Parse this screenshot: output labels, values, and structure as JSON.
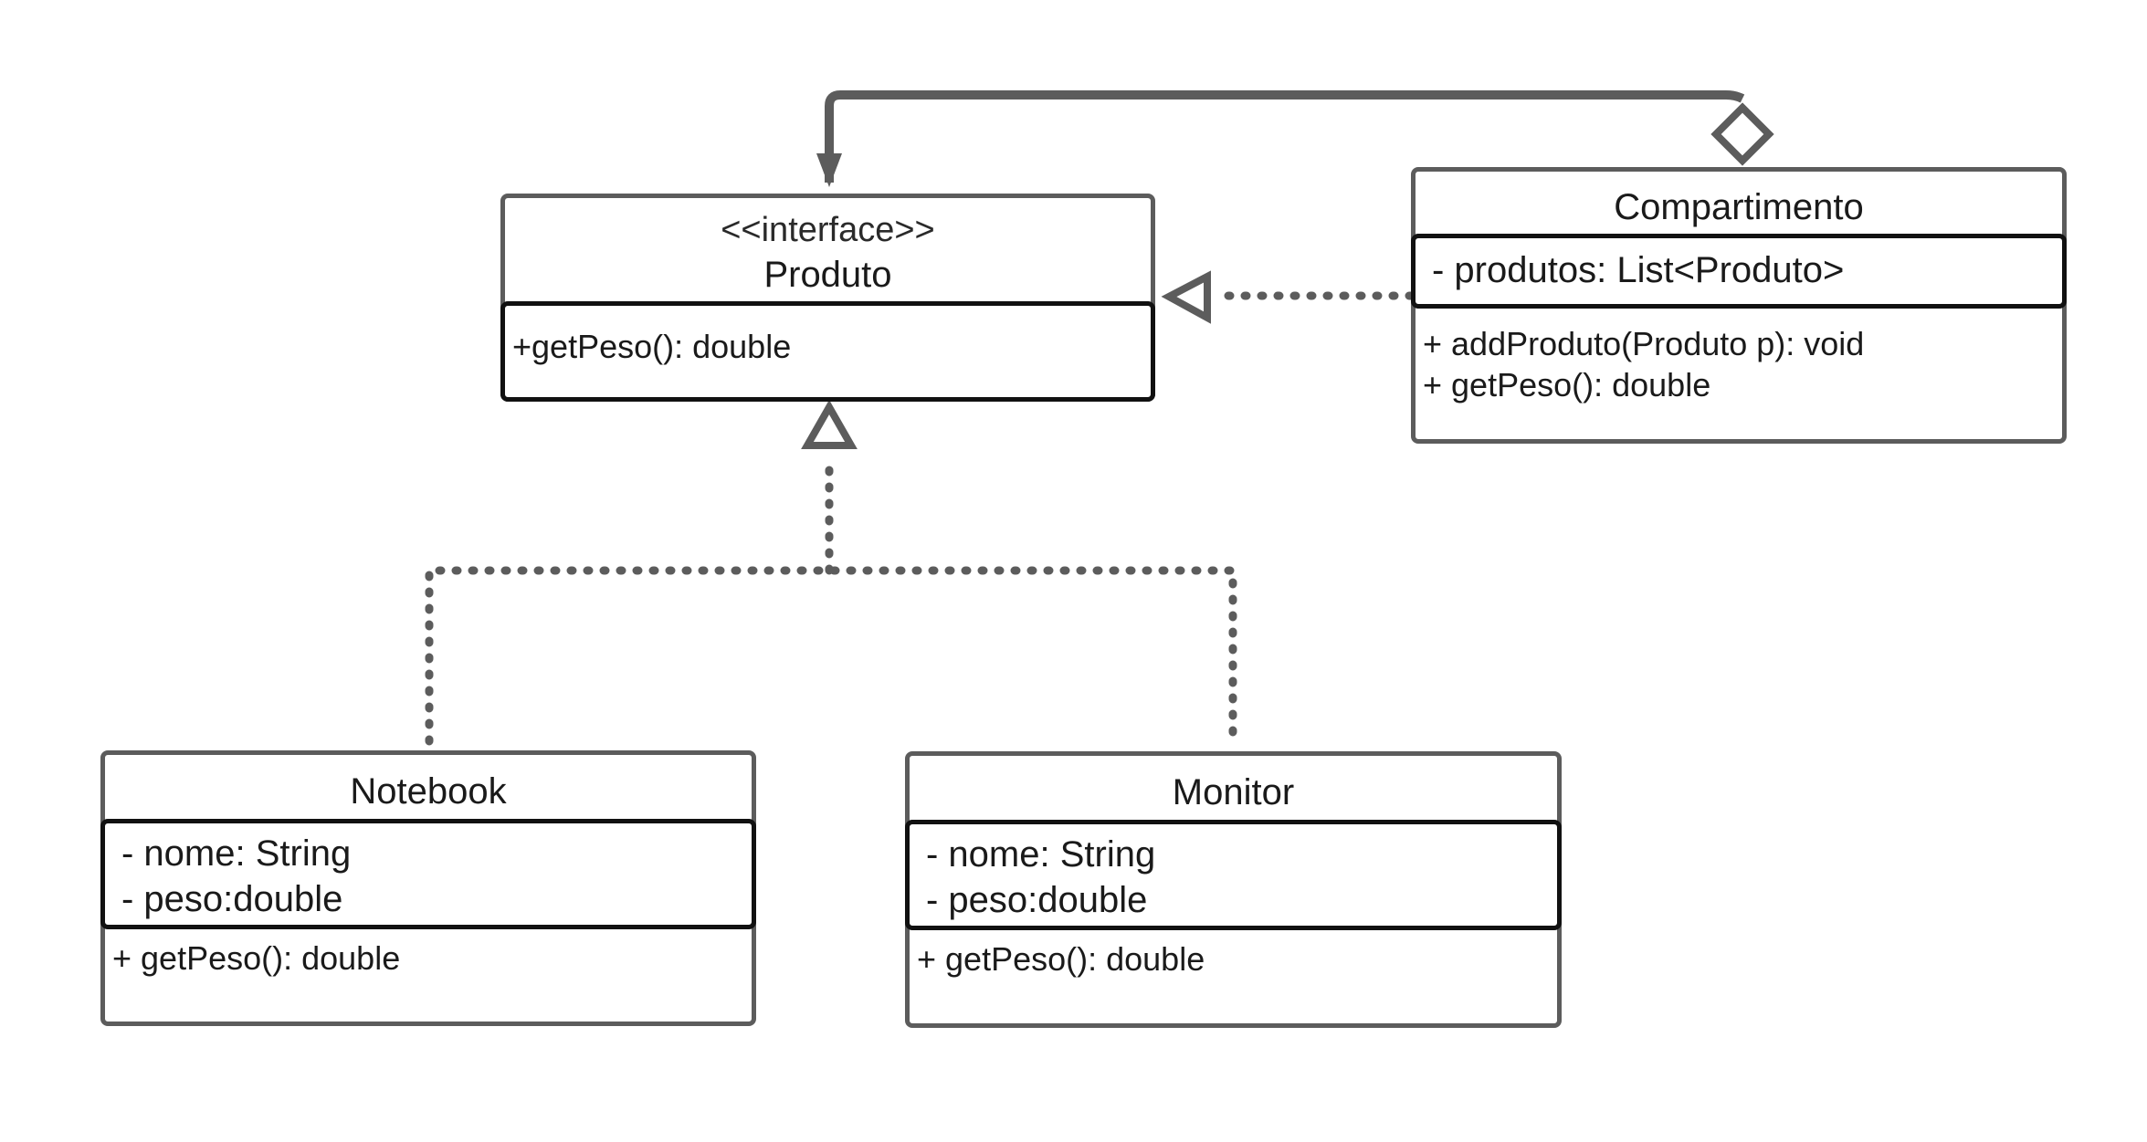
{
  "diagram": {
    "produto": {
      "stereotype": "<<interface>>",
      "name": "Produto",
      "methods": [
        "+getPeso(): double"
      ]
    },
    "compartimento": {
      "name": "Compartimento",
      "attributes": [
        "- produtos: List<Produto>"
      ],
      "methods": [
        "+ addProduto(Produto p): void",
        "+ getPeso(): double"
      ]
    },
    "notebook": {
      "name": "Notebook",
      "attributes": [
        "- nome: String",
        "- peso:double"
      ],
      "methods": [
        "+ getPeso(): double"
      ]
    },
    "monitor": {
      "name": "Monitor",
      "attributes": [
        "- nome: String",
        "- peso:double"
      ],
      "methods": [
        "+ getPeso(): double"
      ]
    },
    "colors": {
      "box_border": "#5c5c5c",
      "attr_border": "#111111",
      "connector": "#5c5c5c"
    }
  }
}
